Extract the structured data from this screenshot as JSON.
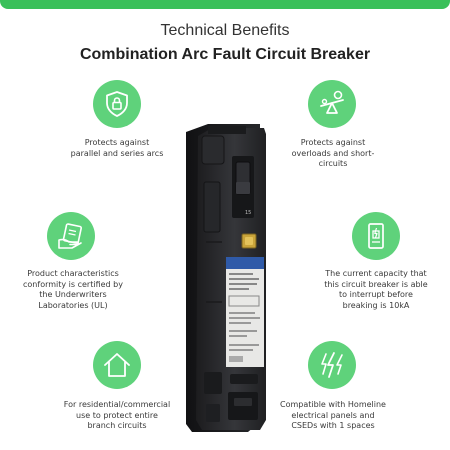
{
  "header": {
    "title": "Technical Benefits",
    "subtitle": "Combination Arc Fault Circuit Breaker"
  },
  "colors": {
    "accent": "#5fd27b",
    "top_bar": "#3ac05a",
    "text": "#333333",
    "breaker_body": "#2b2b2d"
  },
  "features": [
    {
      "icon": "shield-lock-icon",
      "text": "Protects against\nparallel and series arcs"
    },
    {
      "icon": "overload-seesaw-icon",
      "text": "Protects against\noverloads and short-\ncircuits"
    },
    {
      "icon": "certified-hand-icon",
      "text": "Product characteristics\nconformity is certified by\nthe Underwriters\nLaboratories (UL)"
    },
    {
      "icon": "current-panel-icon",
      "text": "The current capacity that\nthis circuit breaker is able\nto interrupt before\nbreaking is 10kA"
    },
    {
      "icon": "house-icon",
      "text": "For residential/commercial\nuse to protect entire\nbranch circuits"
    },
    {
      "icon": "lightning-icon",
      "text": "Compatible with Homeline\nelectrical panels and\nCSEDs with 1 spaces"
    }
  ],
  "product": {
    "handle_label": "15"
  }
}
